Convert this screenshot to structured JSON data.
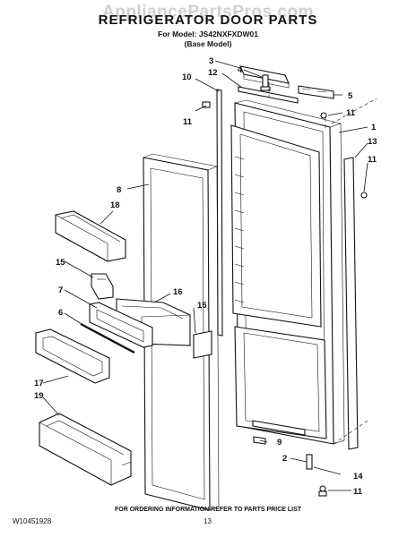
{
  "header": {
    "watermark": "AppliancePartsPros.com",
    "title": "REFRIGERATOR DOOR PARTS",
    "model_line": "For Model: JS42NXFXDW01",
    "base_line": "(Base Model)"
  },
  "callouts": [
    "3",
    "4",
    "12",
    "10",
    "5",
    "11",
    "1",
    "11",
    "13",
    "11",
    "8",
    "18",
    "15",
    "16",
    "7",
    "15",
    "6",
    "17",
    "19",
    "9",
    "2",
    "14",
    "11"
  ],
  "footer": {
    "doc_number": "W10451928",
    "page_number": "13",
    "note": "FOR ORDERING INFORMATION REFER TO PARTS PRICE LIST"
  }
}
